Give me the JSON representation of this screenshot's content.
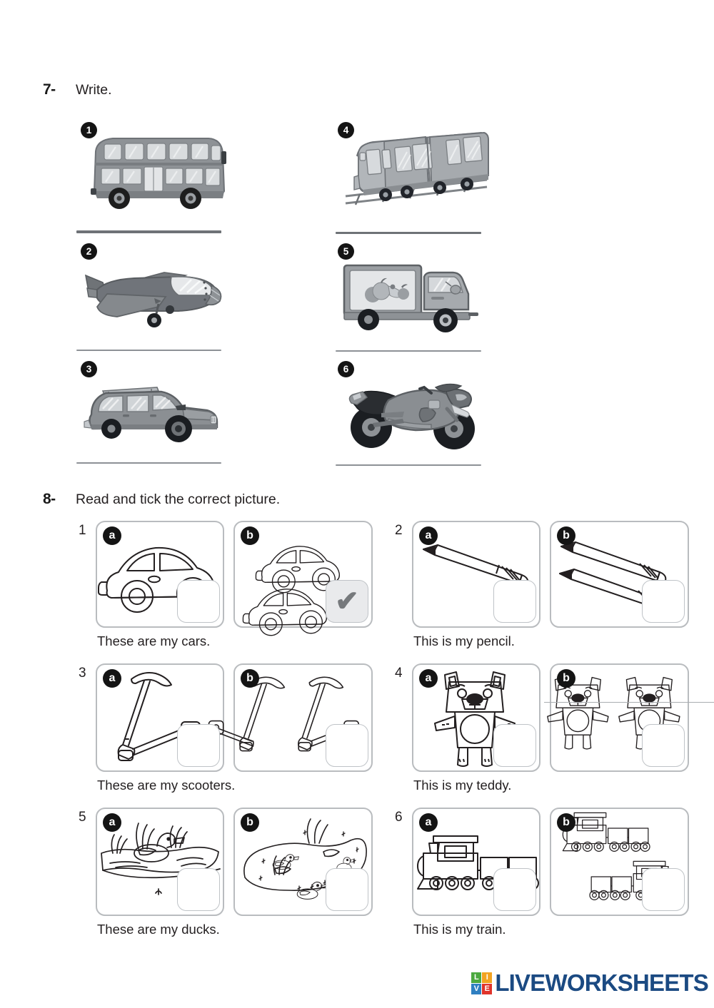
{
  "page": {
    "background": "#ffffff",
    "ink": "#231f20"
  },
  "exercises": [
    {
      "number": "7-",
      "title": "Write.",
      "type": "write-the-word",
      "items": [
        {
          "badge": "1",
          "answer_line": true,
          "picture": "double-decker-bus",
          "column": "left",
          "row": 1
        },
        {
          "badge": "2",
          "answer_line": true,
          "picture": "airplane",
          "column": "left",
          "row": 2
        },
        {
          "badge": "3",
          "answer_line": true,
          "picture": "car",
          "column": "left",
          "row": 3
        },
        {
          "badge": "4",
          "answer_line": true,
          "picture": "train",
          "column": "right",
          "row": 1
        },
        {
          "badge": "5",
          "answer_line": true,
          "picture": "truck",
          "column": "right",
          "row": 2
        },
        {
          "badge": "6",
          "answer_line": true,
          "picture": "motorcycle",
          "column": "right",
          "row": 3
        }
      ]
    },
    {
      "number": "8-",
      "title": "Read and tick the correct picture.",
      "type": "multiple-choice-tick",
      "questions": [
        {
          "number": "1",
          "caption": "These are my cars.",
          "options": [
            {
              "letter": "a",
              "picture": "one-car",
              "ticked": false
            },
            {
              "letter": "b",
              "picture": "two-cars",
              "ticked": true
            }
          ]
        },
        {
          "number": "2",
          "caption": "This is my pencil.",
          "options": [
            {
              "letter": "a",
              "picture": "one-pencil",
              "ticked": false
            },
            {
              "letter": "b",
              "picture": "two-pencils",
              "ticked": false
            }
          ]
        },
        {
          "number": "3",
          "caption": "These are my scooters.",
          "options": [
            {
              "letter": "a",
              "picture": "one-scooter",
              "ticked": false
            },
            {
              "letter": "b",
              "picture": "two-scooters",
              "ticked": false
            }
          ]
        },
        {
          "number": "4",
          "caption": "This is my teddy.",
          "options": [
            {
              "letter": "a",
              "picture": "one-teddy",
              "ticked": false
            },
            {
              "letter": "b",
              "picture": "two-teddies",
              "ticked": false,
              "stray_line": true
            }
          ]
        },
        {
          "number": "5",
          "caption": "These are my ducks.",
          "options": [
            {
              "letter": "a",
              "picture": "one-duck-pond",
              "ticked": false
            },
            {
              "letter": "b",
              "picture": "many-ducks-pond",
              "ticked": false
            }
          ]
        },
        {
          "number": "6",
          "caption": "This is my train.",
          "options": [
            {
              "letter": "a",
              "picture": "one-train",
              "ticked": false
            },
            {
              "letter": "b",
              "picture": "two-trains",
              "ticked": false
            }
          ]
        }
      ],
      "tick_glyph": "✔"
    }
  ],
  "footer": {
    "logo": {
      "tiles": [
        {
          "letter": "L",
          "color": "#4ca93f"
        },
        {
          "letter": "I",
          "color": "#f2a321"
        },
        {
          "letter": "V",
          "color": "#2f7fc1"
        },
        {
          "letter": "E",
          "color": "#e0342b"
        }
      ],
      "text": "LIVEWORKSHEETS",
      "text_color": "#1b4a82"
    }
  }
}
